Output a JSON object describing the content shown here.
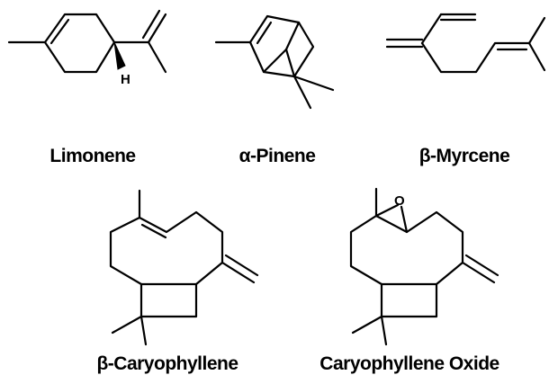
{
  "molecules": {
    "limonene": {
      "name": "Limonene",
      "atom_label": "H"
    },
    "alpha_pinene": {
      "name": "α-Pinene"
    },
    "beta_myrcene": {
      "name": "β-Myrcene"
    },
    "beta_caryophyllene": {
      "name": "β-Caryophyllene"
    },
    "caryophyllene_oxide": {
      "name": "Caryophyllene Oxide",
      "atom_label": "O"
    }
  }
}
